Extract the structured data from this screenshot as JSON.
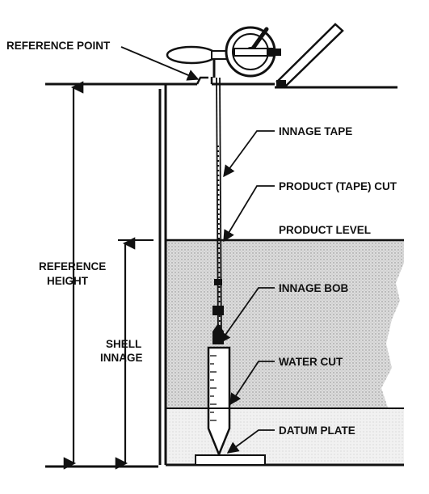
{
  "labels": {
    "reference_point": "REFERENCE POINT",
    "innage_tape": "INNAGE TAPE",
    "product_tape_cut": "PRODUCT (TAPE) CUT",
    "product_level": "PRODUCT LEVEL",
    "reference_height_line1": "REFERENCE",
    "reference_height_line2": "HEIGHT",
    "innage_bob": "INNAGE BOB",
    "shell_innage_line1": "SHELL",
    "shell_innage_line2": "INNAGE",
    "water_cut": "WATER CUT",
    "datum_plate": "DATUM PLATE"
  },
  "colors": {
    "ink": "#111111",
    "product_fill": "#d9d9d9",
    "water_fill": "#efefef",
    "background": "#ffffff"
  }
}
